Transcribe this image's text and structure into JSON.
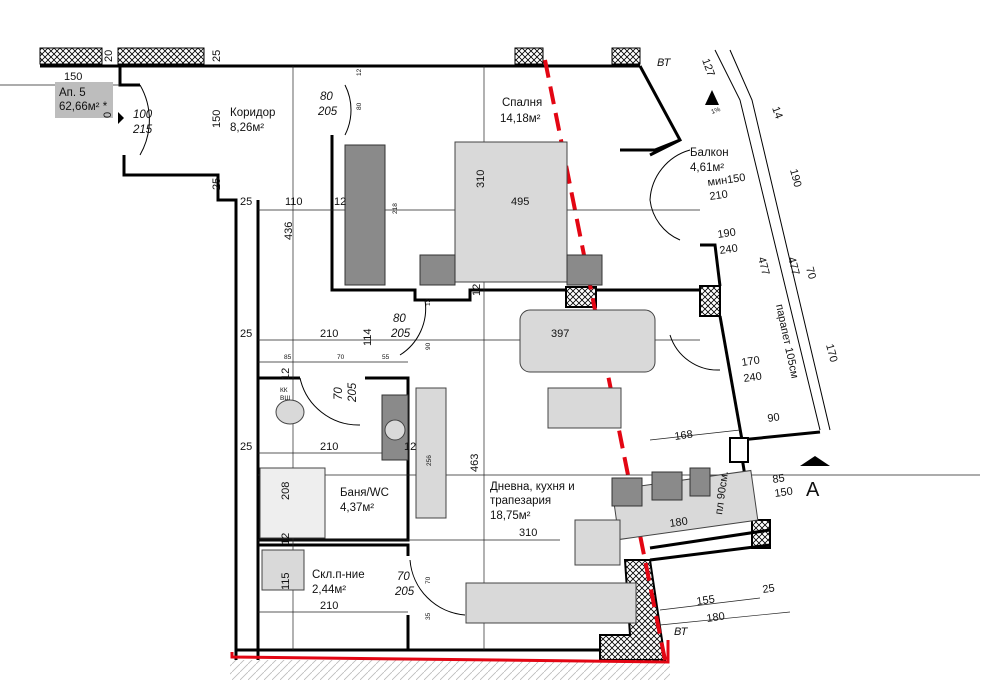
{
  "colors": {
    "red_line": "#e30613",
    "wall": "#000000",
    "furniture": "#d9d9d9",
    "furniture_dark": "#8a8a8a",
    "tag_bg": "#bdbdbd"
  },
  "apartment": {
    "name": "Ап. 5",
    "area": "62,66м² *"
  },
  "rooms": {
    "corridor": {
      "name": "Коридор",
      "area": "8,26м²"
    },
    "bedroom": {
      "name": "Спалня",
      "area": "14,18м²"
    },
    "balcony": {
      "name": "Балкон",
      "area": "4,61м²"
    },
    "bathroom": {
      "name": "Баня/WC",
      "area": "4,37м²"
    },
    "storage": {
      "name": "Скл.п-ние",
      "area": "2,44м²"
    },
    "living": {
      "line1": "Дневна, кухня и",
      "line2": "трапезария",
      "area": "18,75м²"
    }
  },
  "doors": [
    {
      "w": "100",
      "h": "215"
    },
    {
      "w": "80",
      "h": "205"
    },
    {
      "w": "80",
      "h": "205"
    },
    {
      "w": "70",
      "h": "205"
    },
    {
      "w": "70",
      "h": "205"
    },
    {
      "w": "мин150",
      "h": "210"
    },
    {
      "w": "190",
      "h": "240"
    },
    {
      "w": "170",
      "h": "240"
    }
  ],
  "dims": [
    "150",
    "20",
    "25",
    "150",
    "25",
    "25",
    "110",
    "12",
    "436",
    "310",
    "495",
    "218",
    "12",
    "397",
    "25",
    "210",
    "114",
    "85",
    "70",
    "55",
    "12",
    "25",
    "210",
    "12",
    "208",
    "463",
    "256",
    "310",
    "180",
    "168",
    "90",
    "85",
    "150",
    "12",
    "115",
    "210",
    "155",
    "25",
    "180",
    "127",
    "14",
    "190",
    "477",
    "477",
    "70",
    "170",
    "90",
    "80",
    "12",
    "12",
    "90",
    "70",
    "35",
    "0"
  ],
  "notes": {
    "slope": "1%",
    "vt1": "ВТ",
    "vt2": "ВТ",
    "kk": "КК",
    "vsh": "ВШ",
    "parapet": "парапет 105см",
    "railing": "пл 90см.",
    "section": "A"
  }
}
